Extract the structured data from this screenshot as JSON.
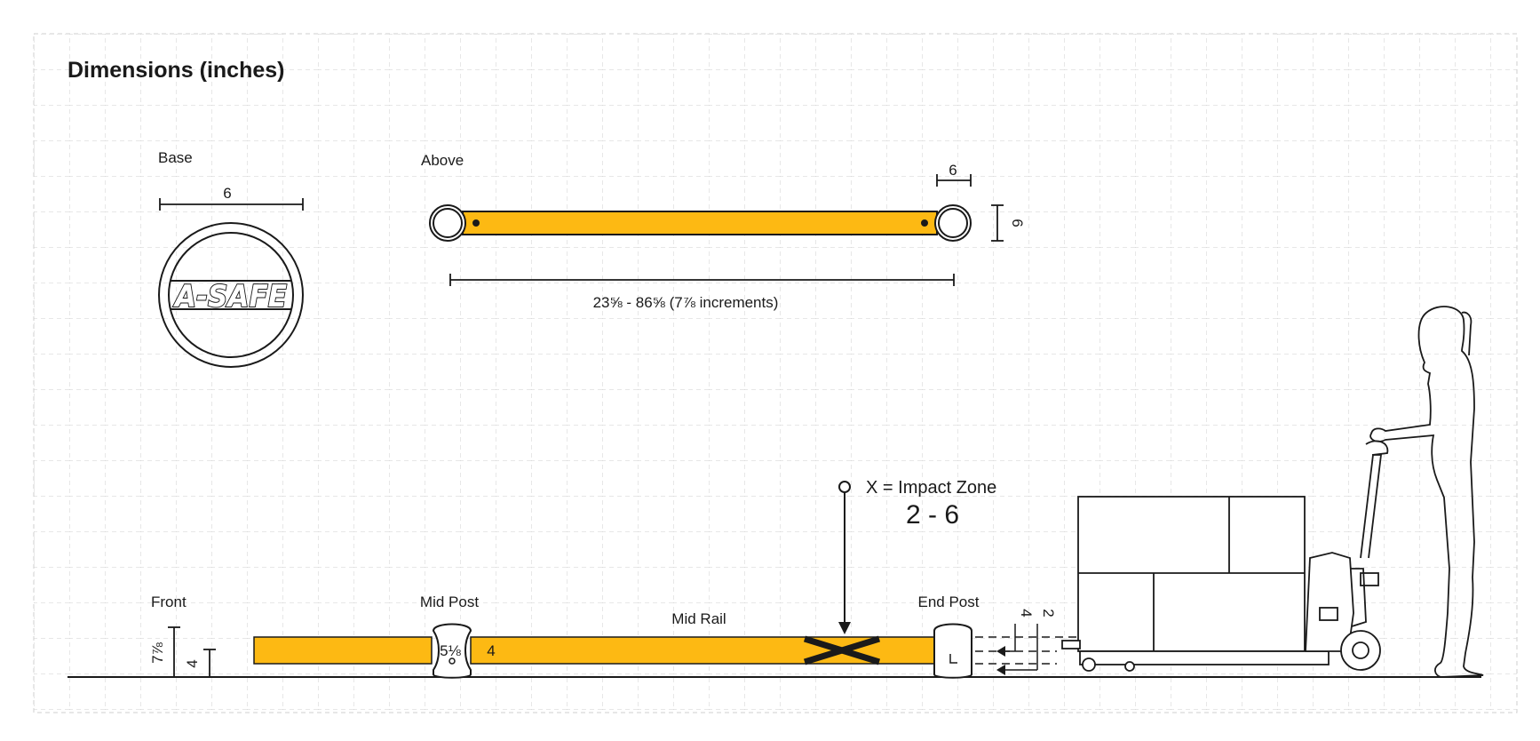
{
  "title": "Dimensions (inches)",
  "views": {
    "base": {
      "label": "Base",
      "width_label": "6",
      "logo_text": "A-SAFE"
    },
    "above": {
      "label": "Above",
      "post_width_label": "6",
      "post_depth_label": "6",
      "length_label": "23⅝ - 86⅝ (7⅞ increments)"
    },
    "front": {
      "label": "Front",
      "height_label": "7⅞",
      "rail_height_label": "4",
      "mid_post_label": "Mid Post",
      "mid_post_dim": "5⅛",
      "mid_rail_label": "Mid Rail",
      "mid_rail_dim": "4",
      "end_post_label": "End Post",
      "impact_dim_upper": "4",
      "impact_dim_lower": "2"
    }
  },
  "impact_zone": {
    "label": "X = Impact Zone",
    "range": "2 - 6"
  },
  "colors": {
    "rail": "#FDB913",
    "line": "#1a1a1a",
    "grid": "#cfcfcf"
  }
}
